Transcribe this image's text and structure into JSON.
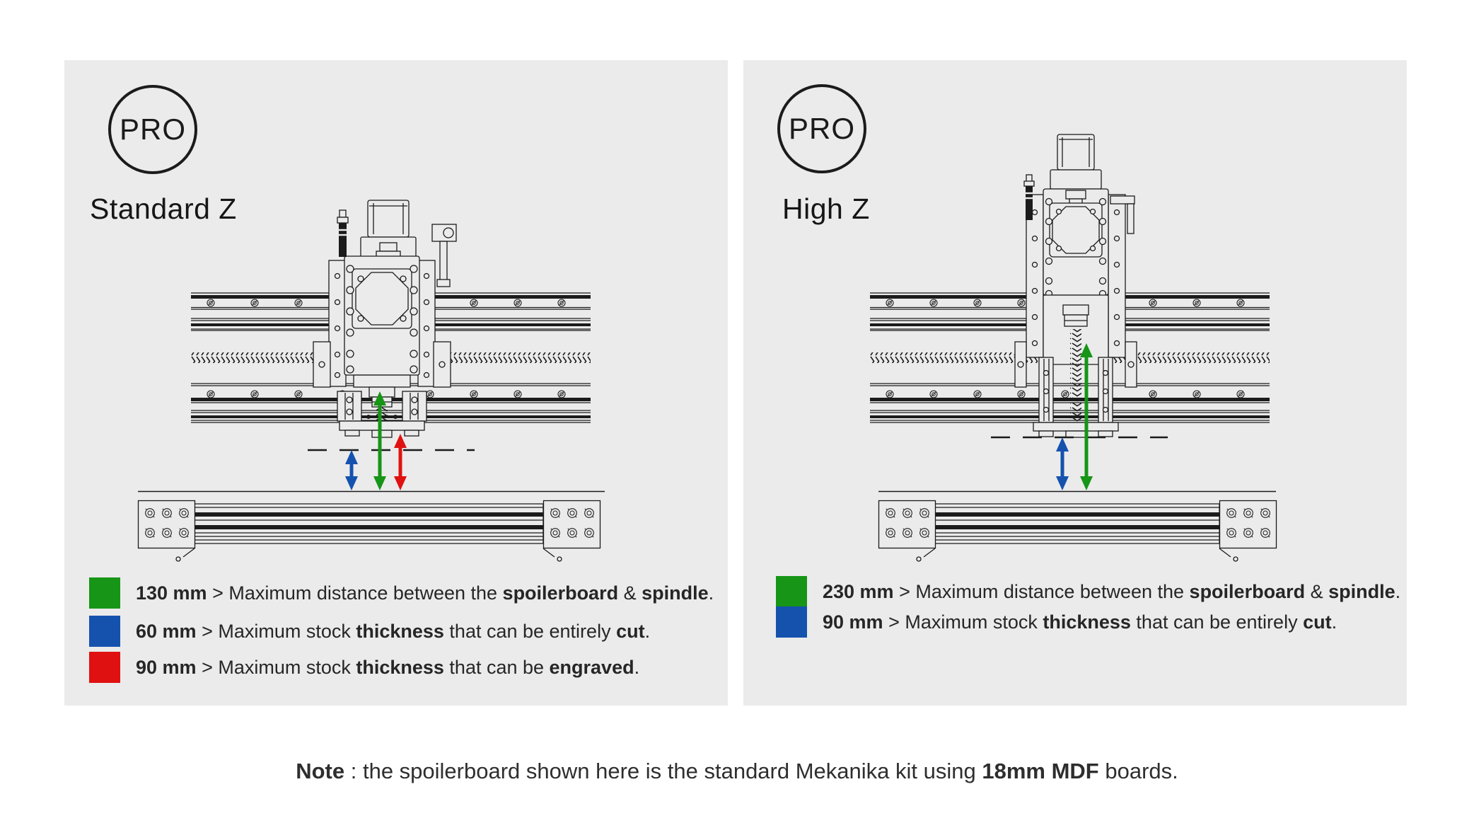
{
  "colors": {
    "panel": "#ebebeb",
    "ink": "#1b1b1b",
    "green": "#169516",
    "blue": "#1452ae",
    "red": "#e01111"
  },
  "panels": [
    {
      "badge": "PRO",
      "title": "Standard Z",
      "legend": [
        {
          "swatch": "green",
          "segments": [
            {
              "t": "130 mm",
              "b": 1
            },
            {
              "t": " > Maximum distance between the ",
              "b": 0
            },
            {
              "t": "spoilerboard",
              "b": 1
            },
            {
              "t": " & ",
              "b": 0
            },
            {
              "t": "spindle",
              "b": 1
            },
            {
              "t": ".",
              "b": 0
            }
          ]
        },
        {
          "swatch": "blue",
          "segments": [
            {
              "t": "60 mm",
              "b": 1
            },
            {
              "t": " > Maximum stock ",
              "b": 0
            },
            {
              "t": "thickness",
              "b": 1
            },
            {
              "t": " that can be entirely ",
              "b": 0
            },
            {
              "t": "cut",
              "b": 1
            },
            {
              "t": ".",
              "b": 0
            }
          ]
        },
        {
          "swatch": "red",
          "segments": [
            {
              "t": "90 mm",
              "b": 1
            },
            {
              "t": " > Maximum stock ",
              "b": 0
            },
            {
              "t": "thickness",
              "b": 1
            },
            {
              "t": " that can be ",
              "b": 0
            },
            {
              "t": "engraved",
              "b": 1
            },
            {
              "t": ".",
              "b": 0
            }
          ]
        }
      ]
    },
    {
      "badge": "PRO",
      "title": "High Z",
      "legend": [
        {
          "swatch": "green",
          "segments": [
            {
              "t": "230 mm",
              "b": 1
            },
            {
              "t": " > Maximum distance between the ",
              "b": 0
            },
            {
              "t": "spoilerboard",
              "b": 1
            },
            {
              "t": " & ",
              "b": 0
            },
            {
              "t": "spindle",
              "b": 1
            },
            {
              "t": ".",
              "b": 0
            }
          ]
        },
        {
          "swatch": "blue",
          "segments": [
            {
              "t": "90 mm",
              "b": 1
            },
            {
              "t": " > Maximum stock ",
              "b": 0
            },
            {
              "t": "thickness",
              "b": 1
            },
            {
              "t": " that can be entirely ",
              "b": 0
            },
            {
              "t": "cut",
              "b": 1
            },
            {
              "t": ".",
              "b": 0
            }
          ]
        }
      ]
    }
  ],
  "note": {
    "segments": [
      {
        "t": "Note",
        "b": 1
      },
      {
        "t": " : the spoilerboard shown here is the standard Mekanika kit  using ",
        "b": 0
      },
      {
        "t": "18mm MDF",
        "b": 1
      },
      {
        "t": " boards.",
        "b": 0
      }
    ]
  }
}
